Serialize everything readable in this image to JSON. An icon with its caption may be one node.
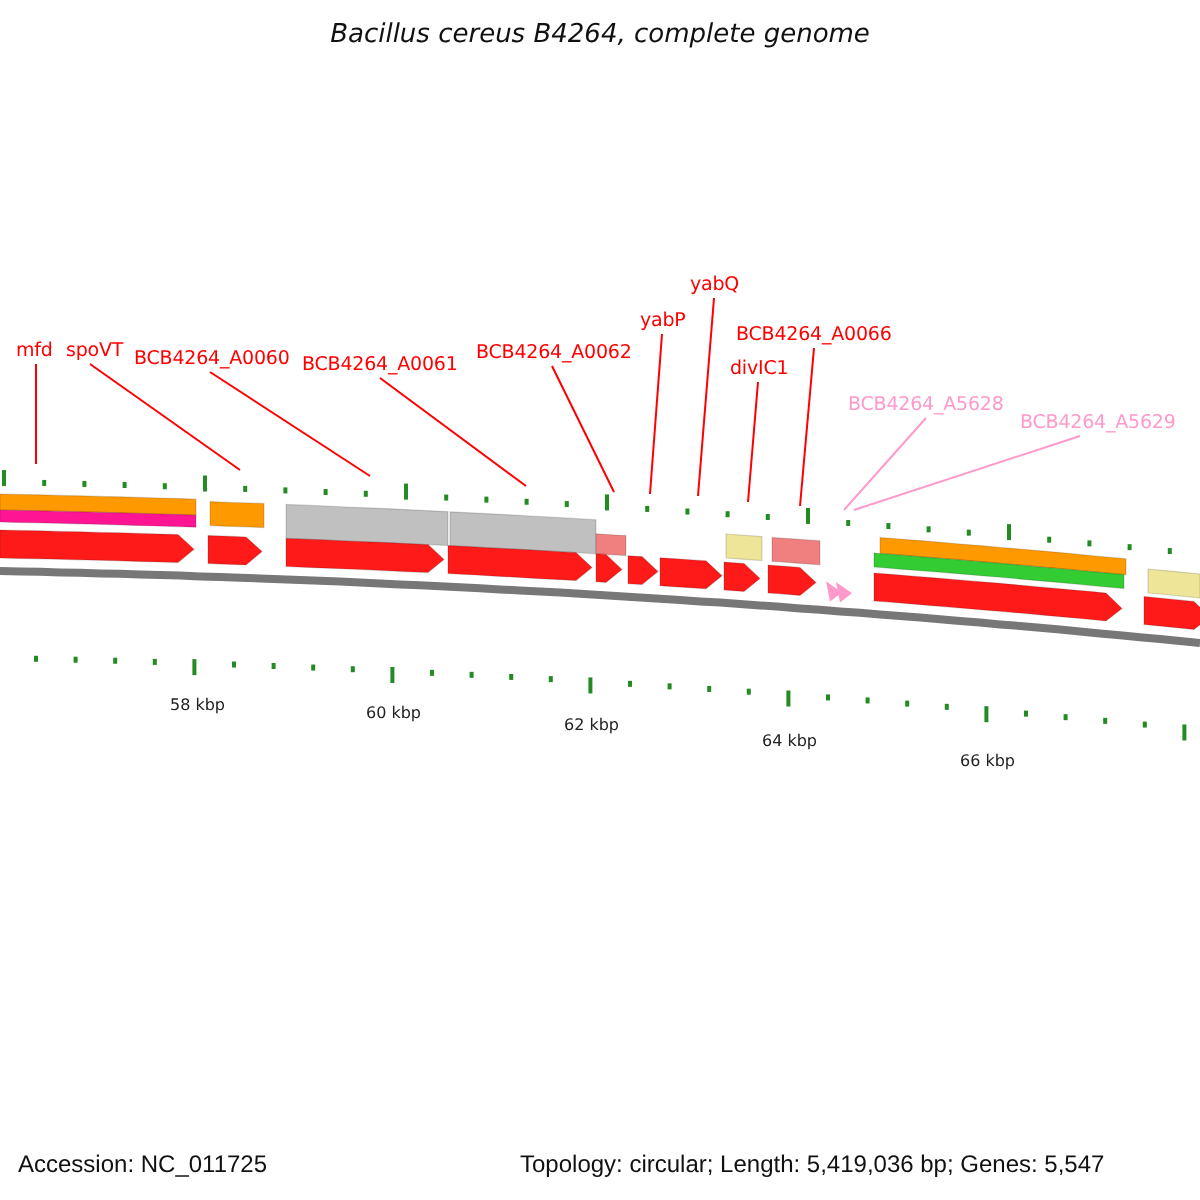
{
  "diagram": {
    "title": "Bacillus cereus B4264, complete genome",
    "nodes": [
      {
        "text": [
          "mfd"
        ]
      },
      {
        "text": [
          "spoVT"
        ]
      },
      {
        "text": [
          "BCB4264_A0060"
        ]
      },
      {
        "text": [
          "BCB4264_A0061"
        ]
      },
      {
        "text": [
          "BCB4264_A0062"
        ]
      },
      {
        "text": [
          "yabP"
        ]
      },
      {
        "text": [
          "yabQ"
        ]
      },
      {
        "text": [
          "BCB4264_A0066"
        ]
      },
      {
        "text": [
          "divIC1"
        ]
      },
      {
        "text": [
          "BCB4264_A5628"
        ]
      },
      {
        "text": [
          "BCB4264_A5629"
        ]
      }
    ],
    "edges": [
      {
        "from": 0,
        "to": null,
        "arrow": "none"
      },
      {
        "from": 1,
        "to": null,
        "arrow": "none"
      },
      {
        "from": 2,
        "to": null,
        "arrow": "none"
      },
      {
        "from": 3,
        "to": null,
        "arrow": "none"
      },
      {
        "from": 4,
        "to": null,
        "arrow": "none"
      },
      {
        "from": 5,
        "to": null,
        "arrow": "none"
      },
      {
        "from": 6,
        "to": null,
        "arrow": "none"
      },
      {
        "from": 7,
        "to": null,
        "arrow": "none"
      },
      {
        "from": 8,
        "to": null,
        "arrow": "none"
      },
      {
        "from": 9,
        "to": null,
        "arrow": "none",
        "color": "#ff99cc"
      },
      {
        "from": 10,
        "to": null,
        "arrow": "none",
        "color": "#ff99cc"
      }
    ],
    "labels": [
      "58 kbp",
      "60 kbp",
      "62 kbp",
      "64 kbp",
      "66 kbp",
      "Accession: NC_011725",
      "Topology: circular; Length: 5,419,036 bp; Genes: 5,547"
    ]
  }
}
